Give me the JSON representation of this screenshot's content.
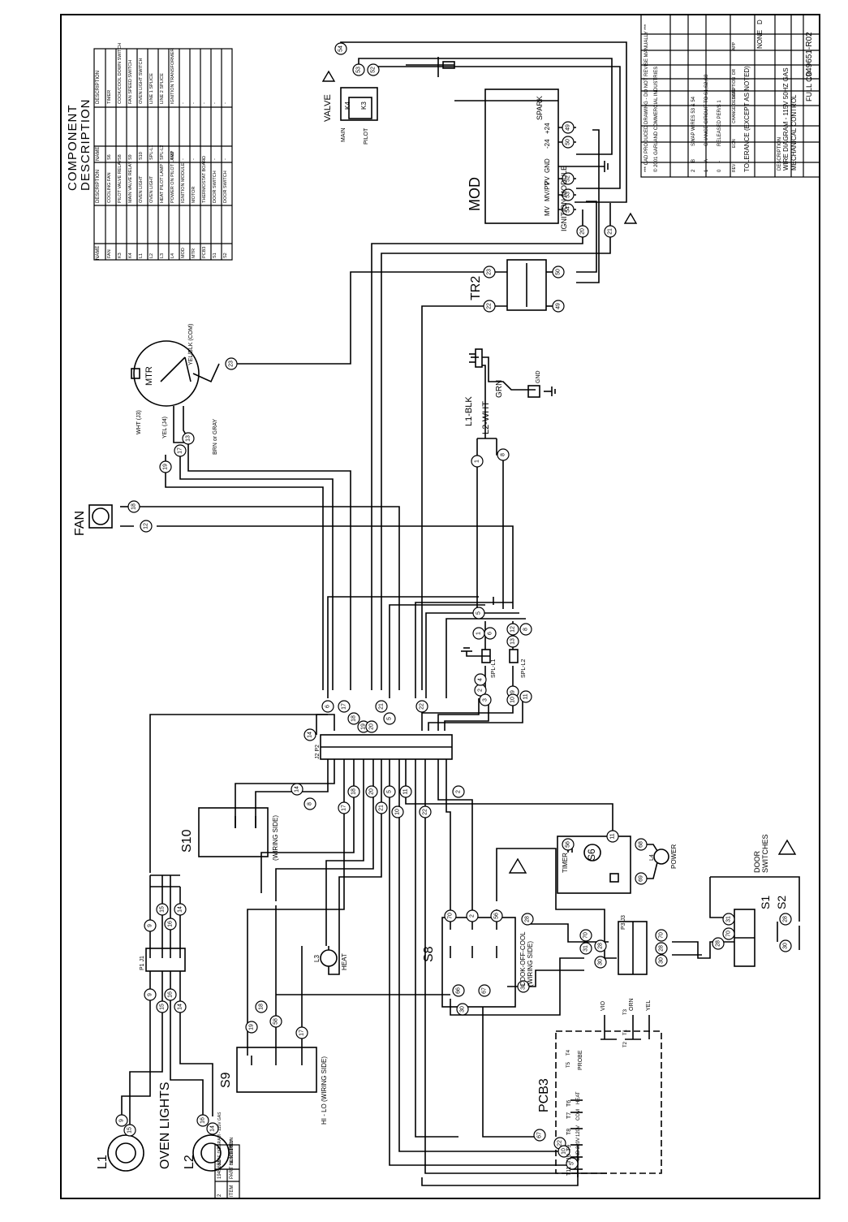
{
  "diagram": {
    "title": "COMPONENT DESCRIPTION",
    "labels": {
      "mod": "MOD",
      "ignition_module": "IGNITION MODULE",
      "valve": "VALVE",
      "main": "MAIN",
      "pilot": "PILOT",
      "spark": "SPARK",
      "tr2": "TR2",
      "mtr": "MTR",
      "fan": "FAN",
      "oven_lights": "OVEN LIGHTS",
      "l1": "L1",
      "l2": "L2",
      "l1_blk": "L1-BLK",
      "l2_wht": "L2-WHT",
      "grn": "GRN",
      "gnd": "GND",
      "s10": "S10",
      "s10_side": "(WIRING SIDE)",
      "s9": "S9",
      "s9_side": "HI - LO (WIRING SIDE)",
      "s8": "S8",
      "s8_side": "COOK-OFF-COOL (WIRING SIDE)",
      "s6": "S6",
      "timer": "TIMER",
      "power": "POWER",
      "heat": "HEAT",
      "l3": "L3",
      "l4": "L4",
      "pcb3": "PCB3",
      "probe": "PROBE",
      "door_switches": "DOOR SWITCHES",
      "s1": "S1",
      "s2": "S2",
      "spl_l1": "SPL-L1",
      "spl_l2": "SPL-L2",
      "j2p2": "J2 P2",
      "p1j1": "P1 J1",
      "p3j3": "P3 J3"
    },
    "mod_terminals": [
      "+24",
      "-24",
      "GND",
      "PV",
      "MV/PV",
      "MV"
    ],
    "mod_terminal_numbers": [
      "49",
      "50",
      "51",
      "52",
      "53",
      "54"
    ],
    "valve_terminals": [
      "K4",
      "K3"
    ],
    "valve_wires": [
      "54",
      "53",
      "52"
    ],
    "pcb3_terminals": [
      "T6",
      "T7",
      "T8",
      "T9",
      "T10",
      "T11"
    ],
    "pcb3_terminal_labels": [
      "HEAT",
      "COM",
      "120V",
      "220V",
      "GND"
    ],
    "pcb3_probe_terminals": [
      "T4",
      "T5",
      "T3",
      "T1",
      "T2"
    ],
    "pcb3_wire_colors": [
      "VIO",
      "ORN",
      "YEL"
    ],
    "mtr_wire_labels": [
      "WHT (J3)",
      "YEL (J4)",
      "YEL/BLK (COM)",
      "BRN or GRAY"
    ],
    "wire_numbers": [
      "1",
      "2",
      "3",
      "4",
      "5",
      "6",
      "8",
      "9",
      "10",
      "11",
      "12",
      "13",
      "14",
      "15",
      "16",
      "17",
      "18",
      "19",
      "20",
      "21",
      "22",
      "23",
      "28",
      "30",
      "31",
      "49",
      "50",
      "56",
      "58",
      "66",
      "67",
      "68",
      "69",
      "70"
    ]
  },
  "component_table": {
    "headers": [
      "NAME",
      "DESCRIPTION",
      "NAME",
      "DESCRIPTION"
    ],
    "rows": [
      [
        "FAN",
        "COOLING FAN",
        "S6",
        "TIMER"
      ],
      [
        "K3",
        "PILOT VALVE RELAY",
        "S8",
        "COOK/COOL DOWN SWITCH"
      ],
      [
        "K4",
        "MAIN VALVE RELAY",
        "S9",
        "FAN SPEED SWITCH"
      ],
      [
        "L1",
        "OVEN LIGHT",
        "S10",
        "OVEN LIGHT SWITCH"
      ],
      [
        "L2",
        "OVEN LIGHT",
        "SPL-L1",
        "LINE 1 SPLICE"
      ],
      [
        "L3",
        "HEAT PILOT LAMP",
        "SPL-L2",
        "LINE 2 SPLICE"
      ],
      [
        "L4",
        "POWER ON PILOT LAMP",
        "TR2",
        "IGNITION TRANSFORMER"
      ],
      [
        "MOD",
        "IGNITION MODULE",
        "-",
        "-"
      ],
      [
        "MTR",
        "MOTOR",
        "-",
        "-"
      ],
      [
        "PCB3",
        "THERMOSTAT BOARD",
        "-",
        "-"
      ],
      [
        "S1",
        "DOOR SWITCH",
        "-",
        "-"
      ],
      [
        "S2",
        "DOOR SWITCH",
        "-",
        "-"
      ]
    ]
  },
  "title_block": {
    "notice": "*** CAD PRODUCED DRAWING - DO NOT REVISE MANUALLY ***",
    "copyright": "© 2001 GARLAND COMMERCIAL INDUSTRIES",
    "revisions": [
      [
        "2",
        "B",
        "SWAP WIRES 53 & 54"
      ],
      [
        "1",
        "A",
        "CHANGE CIRCUIT TO S1,S2,S8"
      ],
      [
        "0",
        "-",
        "RELEASED PER/S 1"
      ]
    ],
    "revision_header": [
      "REV",
      "ECN",
      "CHANGE DESCRIPTION",
      "DATE",
      "DR",
      "APP"
    ],
    "tolerance": "TOLERANCE (EXCEPT AS NOTED)",
    "scale": "NONE",
    "size": "D",
    "description_label": "DESCRIPTION",
    "description": "WIRE DIAGRAM - 115V 50HZ GAS MECHANICAL CONTROL",
    "file_name": "FULL CO",
    "drawing_no": "1949651-R02",
    "bottom_row": [
      "2",
      "1949651",
      "WIRE DIAGRAM - 115V GAS",
      "2"
    ],
    "bottom_headers": [
      "ITEM",
      "PART NUMBER",
      "DESCRIPTION",
      "REV"
    ]
  }
}
